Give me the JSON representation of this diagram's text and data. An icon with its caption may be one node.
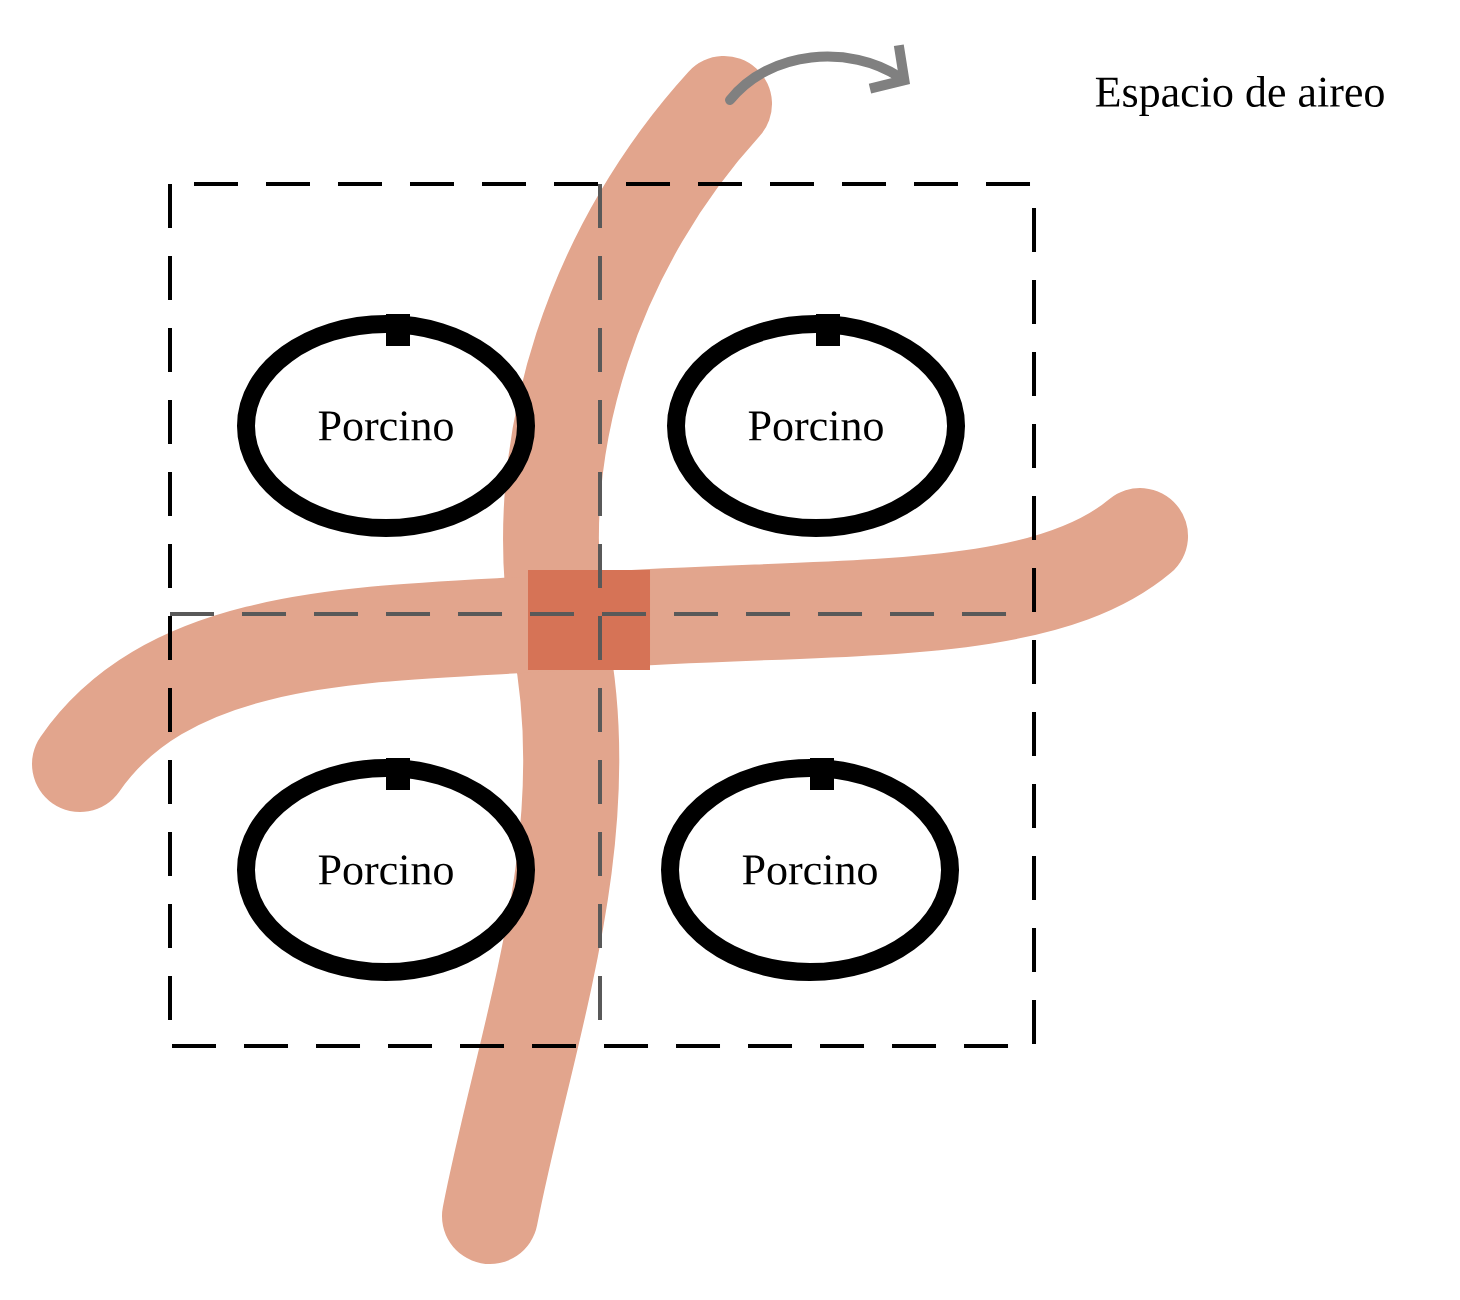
{
  "diagram": {
    "nodes": [
      {
        "text": [
          "Porcino"
        ]
      },
      {
        "text": [
          "Porcino"
        ]
      },
      {
        "text": [
          "Porcino"
        ]
      },
      {
        "text": [
          "Porcino"
        ]
      }
    ],
    "labels": [
      "Espacio de aireo"
    ]
  }
}
